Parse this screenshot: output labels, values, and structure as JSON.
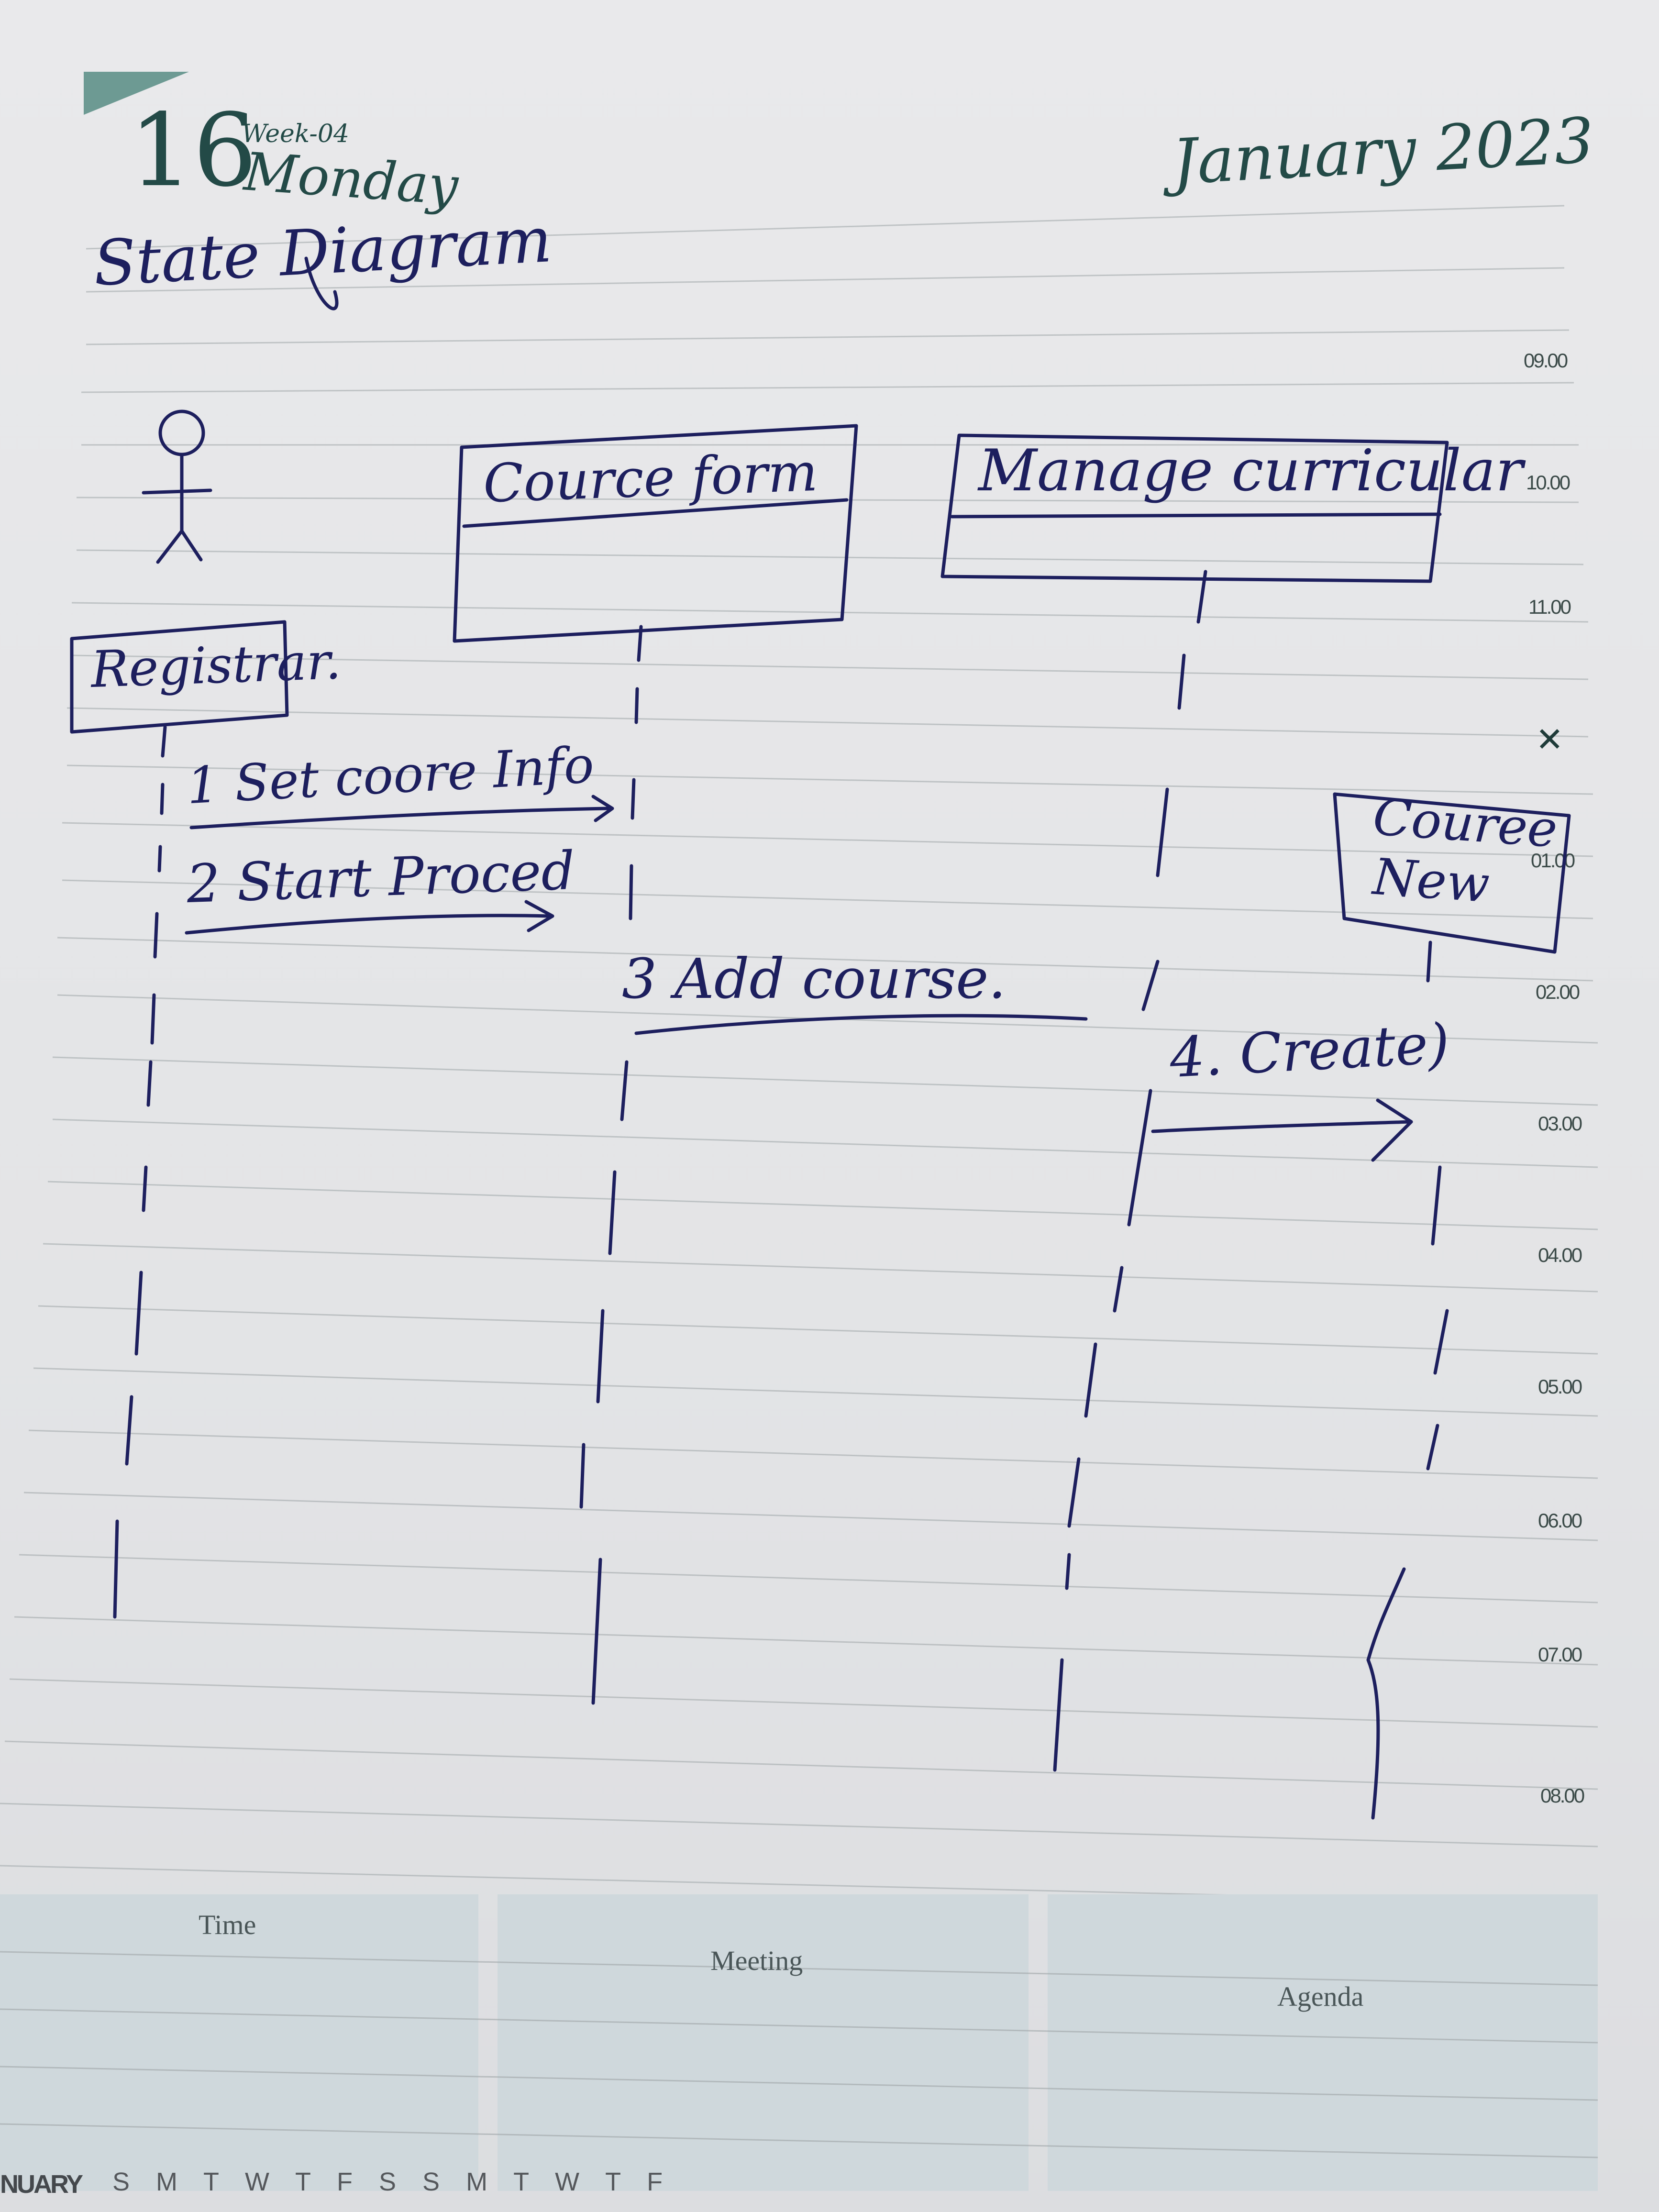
{
  "planner": {
    "day_number": "16",
    "week_label": "Week-04",
    "weekday": "Monday",
    "month_year": "January 2023",
    "hours": [
      "09.00",
      "10.00",
      "11.00",
      "01.00",
      "02.00",
      "03.00",
      "04.00",
      "05.00",
      "06.00",
      "07.00",
      "08.00"
    ],
    "close_mark": "✕",
    "footer": {
      "time_label": "Time",
      "meeting_label": "Meeting",
      "agenda_label": "Agenda"
    },
    "mini_calendar_month": "NUARY",
    "mini_calendar_days": "S M T W T F S S M T W T F"
  },
  "diagram": {
    "title": "State Diagram",
    "actor": {
      "label": "Registrar."
    },
    "objects": [
      {
        "label": "Cource form"
      },
      {
        "label": "Manage curricular"
      },
      {
        "label_line1": "Couree",
        "label_line2": "New"
      }
    ],
    "messages": [
      {
        "label": "1 Set coore Info"
      },
      {
        "label": "2 Start Proced"
      },
      {
        "label": "3 Add course."
      },
      {
        "label": "4. Create)"
      }
    ]
  }
}
